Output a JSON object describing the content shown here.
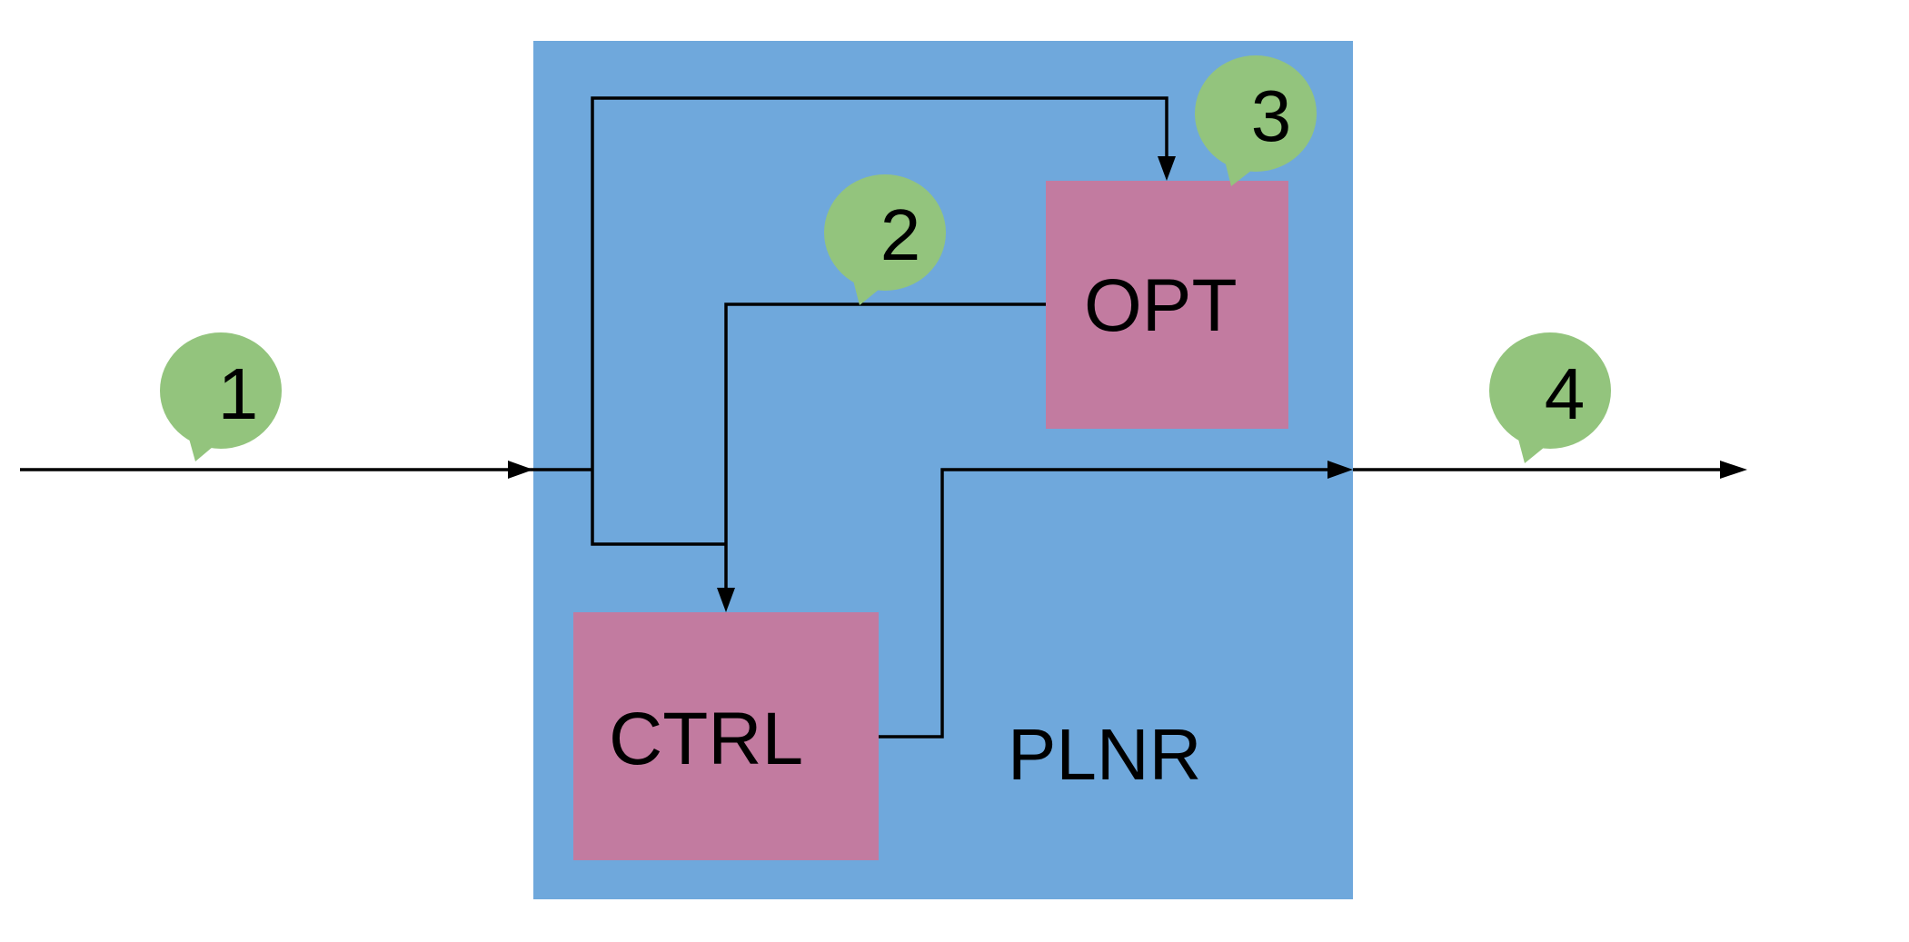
{
  "diagram": {
    "container": {
      "label": "PLNR"
    },
    "blocks": {
      "opt": {
        "label": "OPT"
      },
      "ctrl": {
        "label": "CTRL"
      }
    },
    "callouts": [
      {
        "id": "callout-1",
        "label": "1"
      },
      {
        "id": "callout-2",
        "label": "2"
      },
      {
        "id": "callout-3",
        "label": "3"
      },
      {
        "id": "callout-4",
        "label": "4"
      }
    ]
  },
  "colors": {
    "container": "#6fa8dc",
    "block": "#c27ba0",
    "callout": "#93c47d",
    "line": "#000000",
    "background": "#ffffff"
  }
}
